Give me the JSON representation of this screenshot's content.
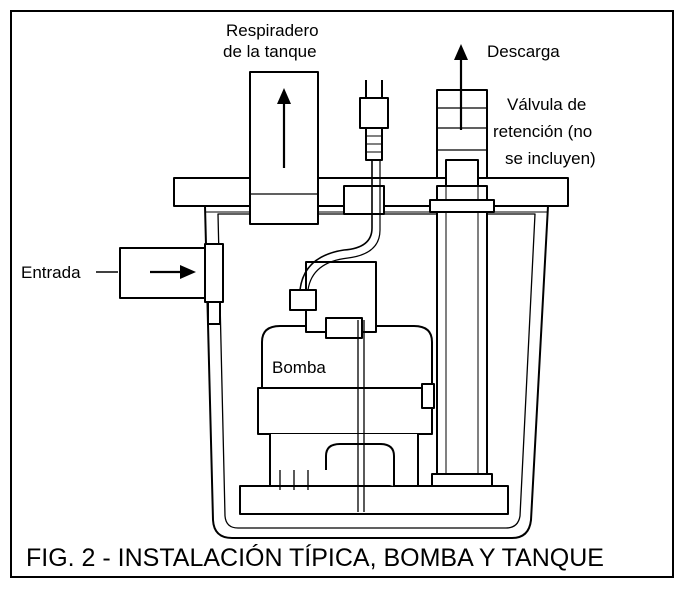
{
  "figure": {
    "labels": {
      "vent_line1": "Respiradero",
      "vent_line2": "de la tanque",
      "discharge": "Descarga",
      "valve_line1": "Válvula de",
      "valve_line2": "retención (no",
      "valve_line3": "se incluyen)",
      "inlet": "Entrada",
      "pump": "Bomba"
    },
    "caption": "FIG. 2  - INSTALACIÓN TÍPICA, BOMBA Y TANQUE"
  }
}
